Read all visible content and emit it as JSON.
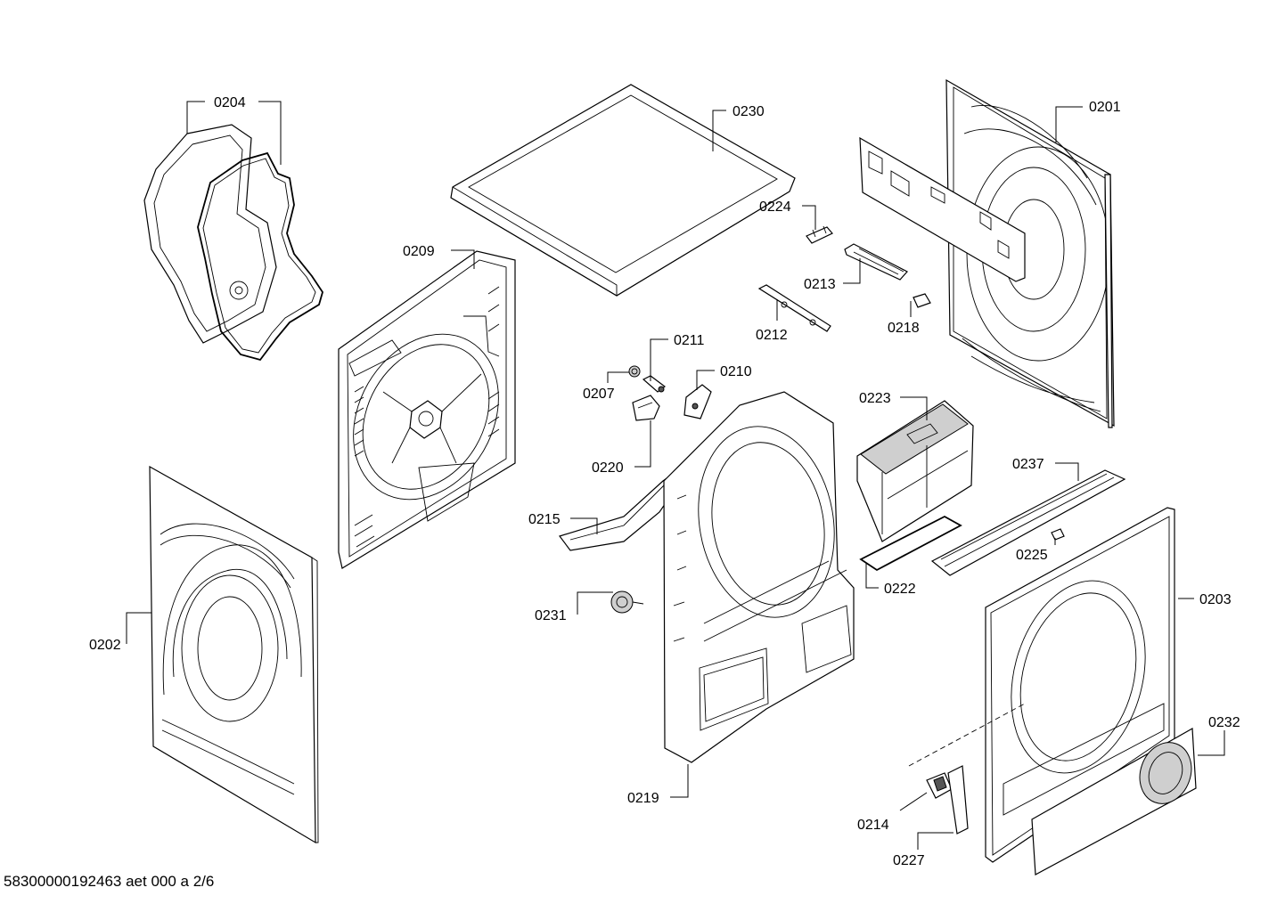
{
  "document_id": "58300000192463 aet 000 a 2/6",
  "callouts": {
    "c0201": "0201",
    "c0202": "0202",
    "c0203": "0203",
    "c0204": "0204",
    "c0207": "0207",
    "c0209": "0209",
    "c0210": "0210",
    "c0211": "0211",
    "c0212": "0212",
    "c0213": "0213",
    "c0214": "0214",
    "c0215": "0215",
    "c0218": "0218",
    "c0219": "0219",
    "c0220": "0220",
    "c0222": "0222",
    "c0223": "0223",
    "c0224": "0224",
    "c0225": "0225",
    "c0227": "0227",
    "c0230": "0230",
    "c0231": "0231",
    "c0232": "0232",
    "c0237": "0237"
  }
}
